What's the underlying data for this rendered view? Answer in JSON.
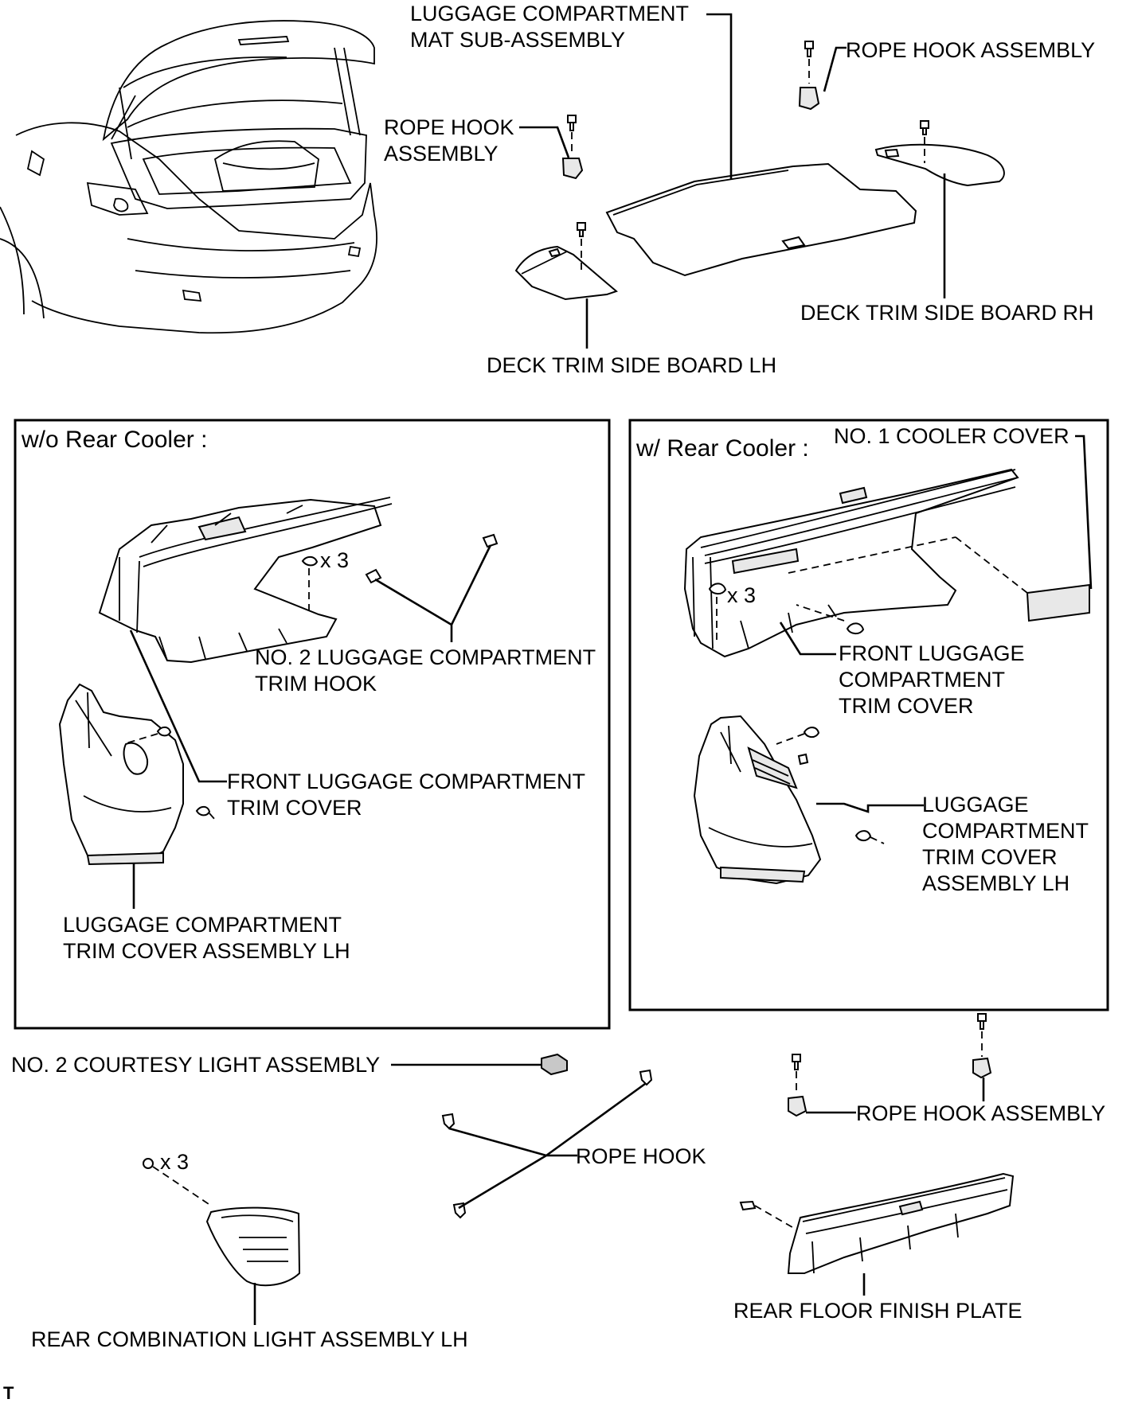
{
  "labels": {
    "luggage_mat": [
      "LUGGAGE COMPARTMENT",
      "MAT SUB-ASSEMBLY"
    ],
    "rope_hook_assy_top_right": "ROPE HOOK ASSEMBLY",
    "rope_hook_assy_top_left": [
      "ROPE HOOK",
      "ASSEMBLY"
    ],
    "deck_trim_rh": "DECK TRIM SIDE BOARD RH",
    "deck_trim_lh": "DECK TRIM SIDE BOARD LH",
    "no2_trim_hook": [
      "NO. 2 LUGGAGE COMPARTMENT",
      "TRIM HOOK"
    ],
    "front_trim_cover_left": [
      "FRONT LUGGAGE COMPARTMENT",
      "TRIM COVER"
    ],
    "trim_cover_lh_left": [
      "LUGGAGE COMPARTMENT",
      "TRIM COVER ASSEMBLY LH"
    ],
    "no1_cooler_cover": "NO. 1 COOLER COVER",
    "front_trim_cover_right": [
      "FRONT LUGGAGE",
      "COMPARTMENT",
      "TRIM COVER"
    ],
    "trim_cover_lh_right": [
      "LUGGAGE",
      "COMPARTMENT",
      "TRIM COVER",
      "ASSEMBLY LH"
    ],
    "no2_courtesy_light": "NO. 2 COURTESY LIGHT ASSEMBLY",
    "rope_hook_assy_bottom": "ROPE HOOK ASSEMBLY",
    "rope_hook": "ROPE HOOK",
    "rear_combination_light": "REAR COMBINATION LIGHT ASSEMBLY LH",
    "rear_floor_finish_plate": "REAR FLOOR FINISH PLATE"
  },
  "panels": {
    "left_title": "w/o Rear Cooler :",
    "right_title": "w/ Rear Cooler :"
  },
  "quantities": {
    "clips_left_panel": "x 3",
    "clips_right_panel": "x 3",
    "nuts_rear_light": "x 3"
  },
  "footer_mark": "T"
}
